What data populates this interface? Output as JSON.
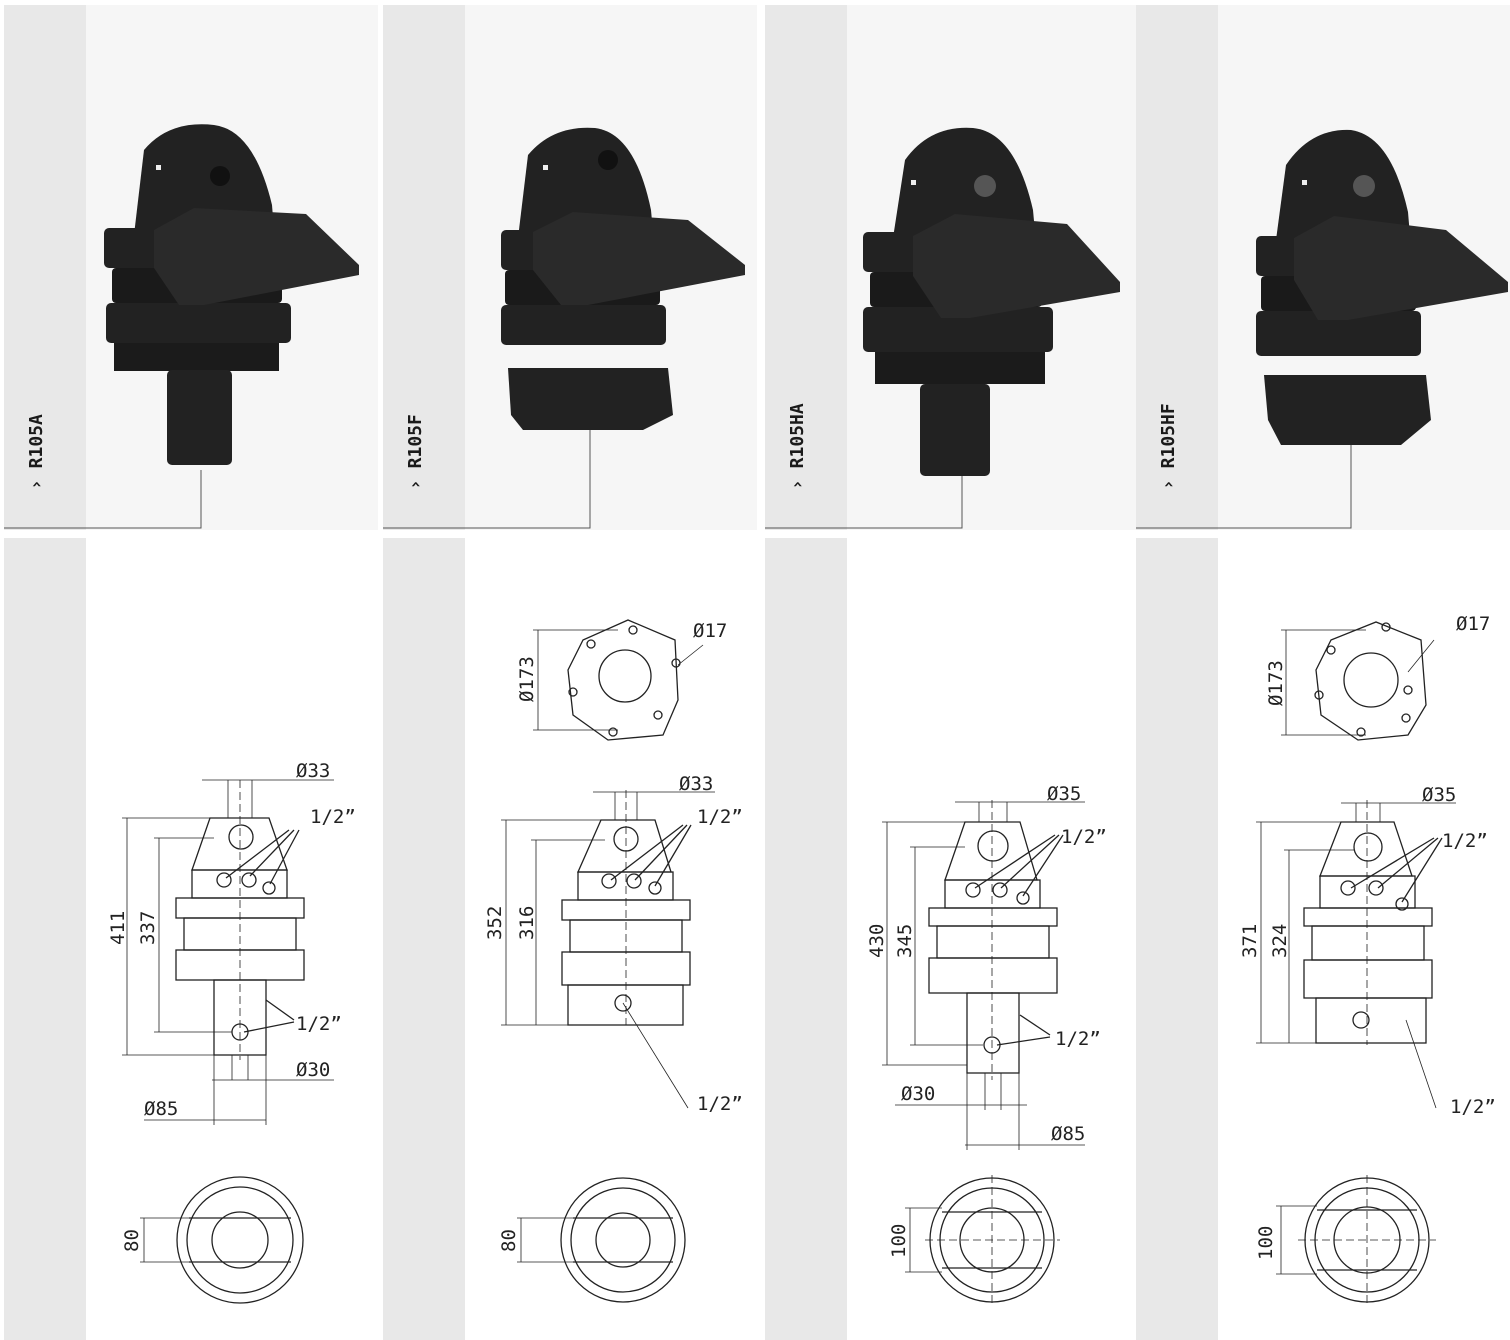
{
  "products": [
    {
      "model": "› R105A",
      "dims": {
        "top_bore": "Ø33",
        "port": "1/2”",
        "port_lower": "1/2”",
        "height_total": "411",
        "height_inner": "337",
        "shaft_bore": "Ø30",
        "shaft_diameter": "Ø85",
        "bottom_width": "80"
      }
    },
    {
      "model": "› R105F",
      "dims": {
        "flange_diameter": "Ø173",
        "flange_hole": "Ø17",
        "top_bore": "Ø33",
        "port": "1/2”",
        "port_lower": "1/2”",
        "height_total": "352",
        "height_inner": "316",
        "bottom_width": "80"
      }
    },
    {
      "model": "› R105HA",
      "dims": {
        "top_bore": "Ø35",
        "port": "1/2”",
        "port_lower": "1/2”",
        "height_total": "430",
        "height_inner": "345",
        "shaft_bore": "Ø30",
        "shaft_diameter": "Ø85",
        "bottom_width": "100"
      }
    },
    {
      "model": "› R105HF",
      "dims": {
        "flange_diameter": "Ø173",
        "flange_hole": "Ø17",
        "top_bore": "Ø35",
        "port": "1/2”",
        "port_lower": "1/2”",
        "height_total": "371",
        "height_inner": "324",
        "bottom_width": "100"
      }
    }
  ],
  "colors": {
    "band": "#e8e8e8",
    "product_body": "#1f1f1f",
    "line": "#222222"
  }
}
